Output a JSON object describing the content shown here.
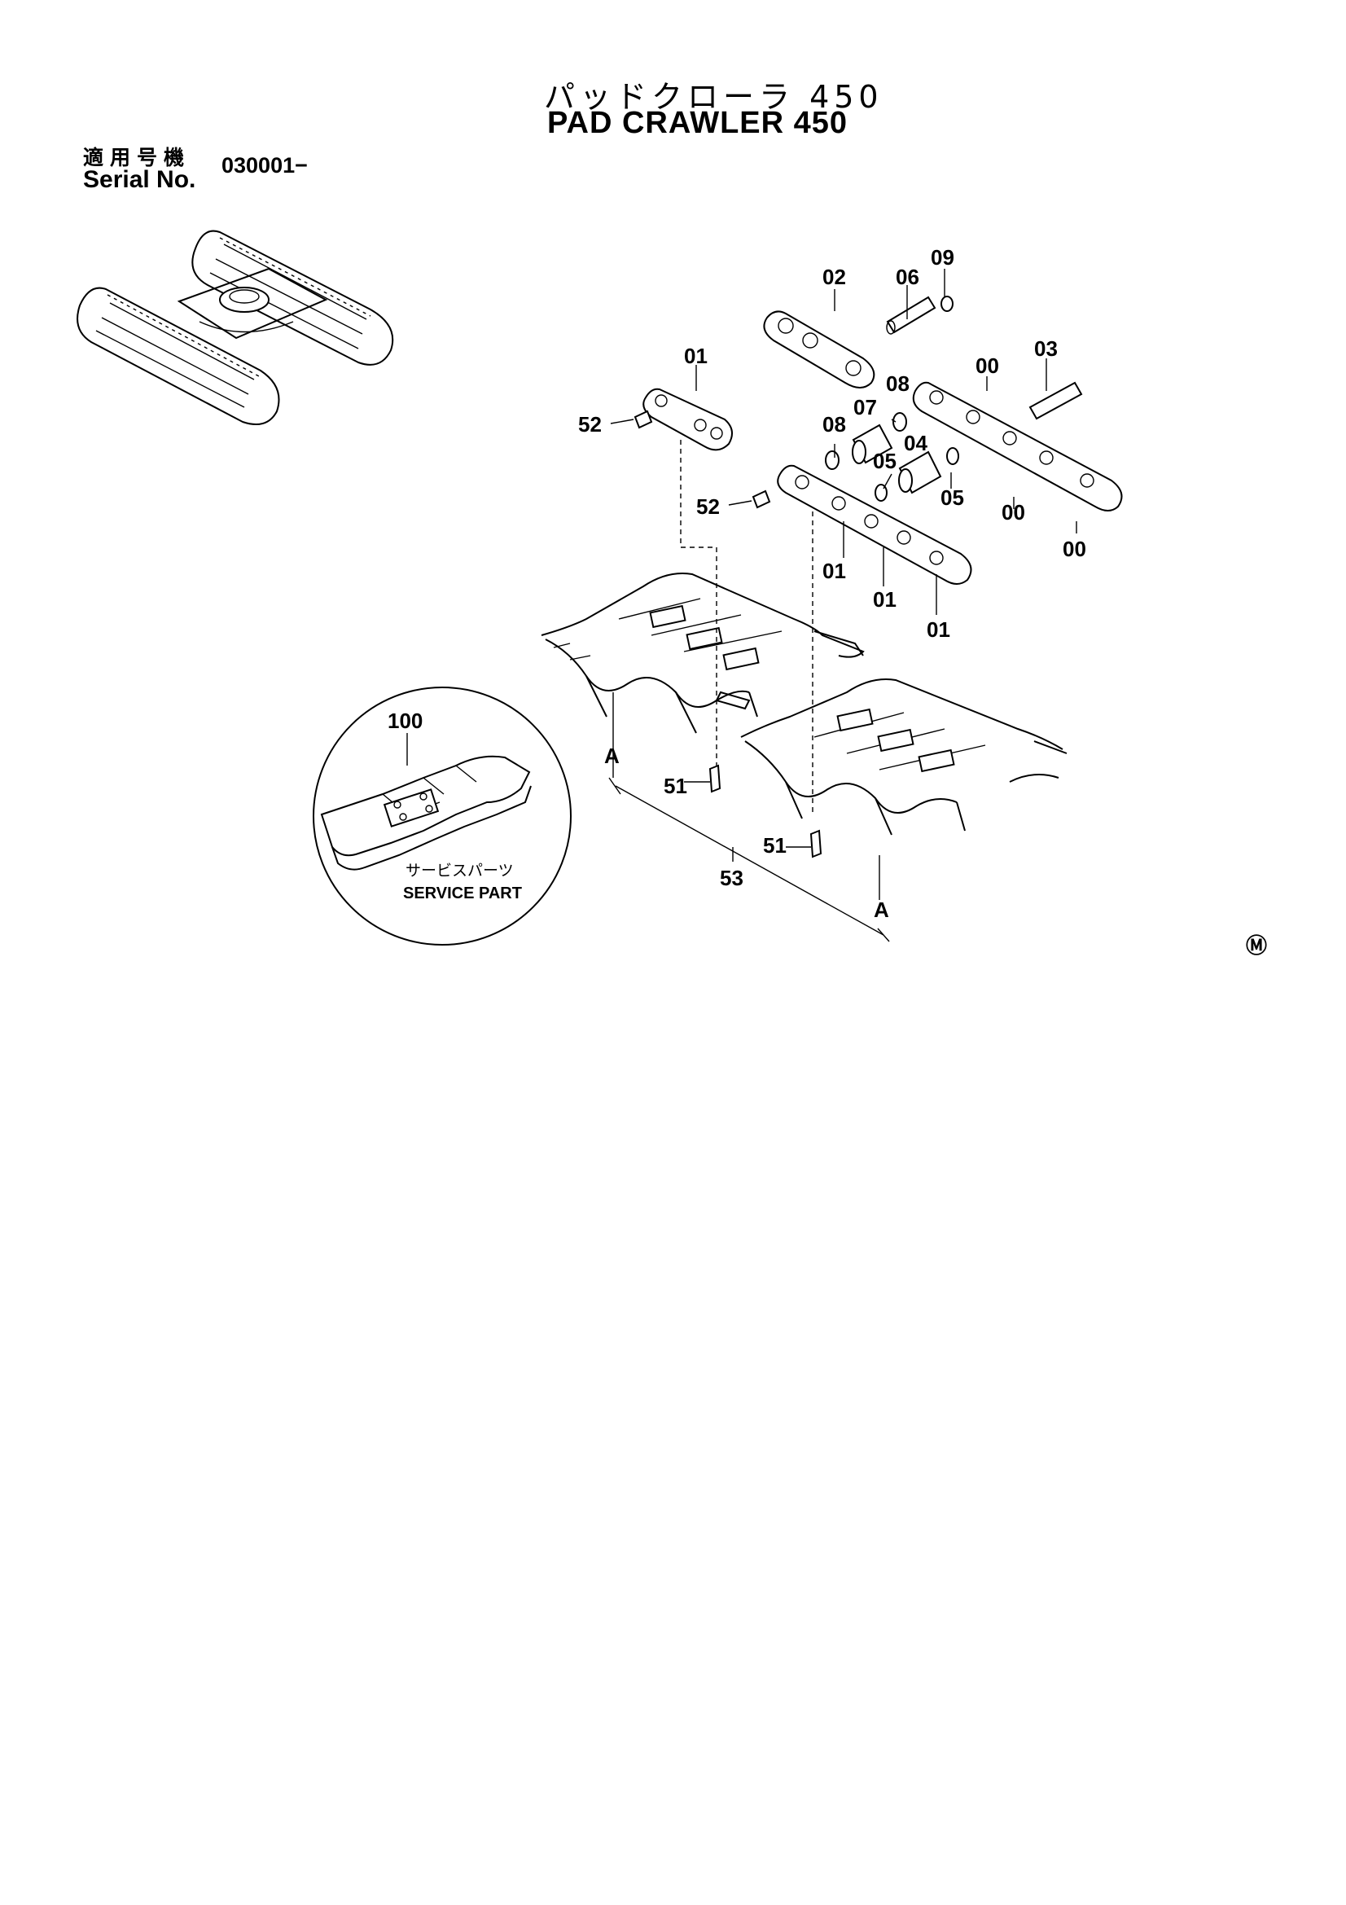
{
  "header": {
    "title_jp": "パッドクローラ 450",
    "title_en": "PAD CRAWLER 450",
    "serial_label_jp": "適用号機",
    "serial_label_en": "Serial No.",
    "serial_value": "030001−"
  },
  "callouts": {
    "c00a": "00",
    "c00b": "00",
    "c00c": "00",
    "c01a": "01",
    "c01b": "01",
    "c01c": "01",
    "c01d": "01",
    "c02": "02",
    "c03": "03",
    "c04": "04",
    "c05a": "05",
    "c05b": "05",
    "c06": "06",
    "c07": "07",
    "c08a": "08",
    "c08b": "08",
    "c09": "09",
    "c51a": "51",
    "c51b": "51",
    "c52a": "52",
    "c52b": "52",
    "c53": "53",
    "cAa": "A",
    "cAb": "A",
    "c100": "100"
  },
  "service_part": {
    "label_jp": "サービスパーツ",
    "label_en": "SERVICE PART"
  },
  "mark": "Ⓜ"
}
